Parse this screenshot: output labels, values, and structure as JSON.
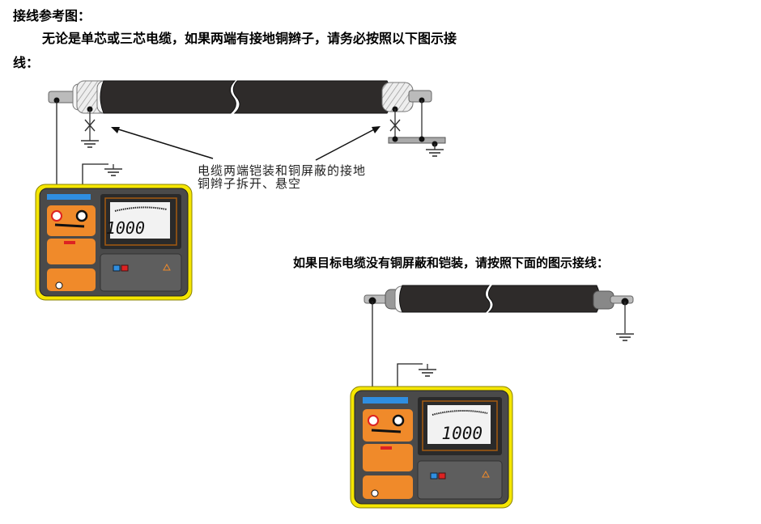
{
  "heading": "接线参考图：",
  "intro_line1": "无论是单芯或三芯电缆，如果两端有接地铜辫子，请务必按照以下图示接",
  "intro_line2": "线：",
  "diagram1": {
    "annotation_line1": "电缆两端铠装和铜屏蔽的接地",
    "annotation_line2": "铜辫子拆开、悬空",
    "meter_display": "1000"
  },
  "diagram2": {
    "caption": "如果目标电缆没有铜屏蔽和铠装，请按照下面的图示接线：",
    "meter_display": "1000"
  },
  "colors": {
    "cable": "#2e2b2a",
    "meter_border": "#f5e600",
    "meter_body": "#4a4a4a",
    "orange_panel": "#f08a2a",
    "blue_strip": "#2f8ee0",
    "lcd": "#f2f2f2"
  }
}
